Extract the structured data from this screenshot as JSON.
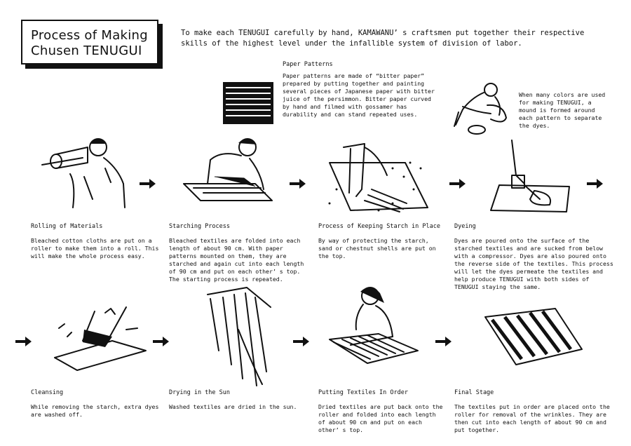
{
  "title": {
    "line1": "Process of Making",
    "line2": "Chusen TENUGUI"
  },
  "intro": "To make each TENUGUI carefully by hand, KAMAWANU’ s craftsmen put together their respective skills of the highest level under the infallible system of division of labor.",
  "paper_patterns": {
    "title": "Paper Patterns",
    "text": "Paper patterns are made of “bitter paper” prepared by putting together and painting several pieces of Japanese paper with bitter juice of the persimmon. Bitter paper curved by hand and filmed with gossamer has durability and can stand repeated uses."
  },
  "color_note": "When many colors are used for making TENUGUI, a mound is formed around each pattern to separate the dyes.",
  "steps": [
    {
      "title": "Rolling of Materials",
      "text": "Bleached cotton cloths are put on a roller to make them into a roll. This will make the whole process easy."
    },
    {
      "title": "Starching Process",
      "text": "Bleached textiles are folded into each length of about 90 cm. With paper patterns mounted on them, they are starched and again cut into each length of 90 cm and put on each other’ s top. The starting process is repeated."
    },
    {
      "title": "Process of Keeping Starch in Place",
      "text": "By way of protecting the starch, sand or chestnut shells are put on the top."
    },
    {
      "title": "Dyeing",
      "text": "Dyes are poured onto the surface of the starched textiles and are sucked from below with a compressor. Dyes are also poured onto the reverse side of the textiles. This process will let the dyes permeate the textiles and help produce TENUGUI with both sides of TENUGUI staying the same."
    },
    {
      "title": "Cleansing",
      "text": "While removing the starch, extra dyes are washed off."
    },
    {
      "title": "Drying in the Sun",
      "text": "Washed textiles are dried in the sun."
    },
    {
      "title": "Putting Textiles In Order",
      "text": "Dried textiles are put back onto the roller and folded into each length of about 90 cm and put on each other’ s top."
    },
    {
      "title": "Final Stage",
      "text": "The textiles put in order are placed onto the roller for removal of the wrinkles. They are then cut into each length of about 90 cm and put together."
    }
  ]
}
